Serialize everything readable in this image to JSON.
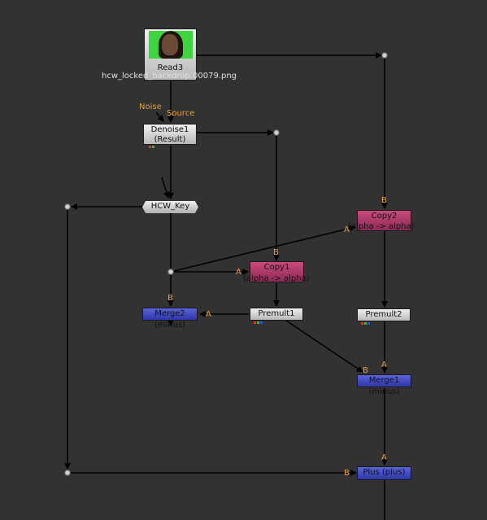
{
  "nodes": {
    "read3": {
      "label": "Read3",
      "file": "hcw_locked_backdrop.00079.png"
    },
    "denoise1": {
      "label": "Denoise1",
      "sub": "(Result)"
    },
    "hcw_key": {
      "label": "HCW_Key"
    },
    "copy2": {
      "label": "Copy2",
      "sub": "(alpha -> alpha)"
    },
    "copy1": {
      "label": "Copy1",
      "sub": "(alpha -> alpha)"
    },
    "merge2": {
      "label": "Merge2 (minus)"
    },
    "premult1": {
      "label": "Premult1"
    },
    "premult2": {
      "label": "Premult2"
    },
    "merge1": {
      "label": "Merge1 (minus)"
    },
    "plus": {
      "label": "Plus (plus)"
    }
  },
  "pins": {
    "noise": "Noise",
    "source": "Source",
    "a": "A",
    "b": "B"
  },
  "colors": {
    "background": "#323232",
    "pin_label": "#e8a040",
    "copy_node": "#b03a68",
    "merge_node": "#4048c0",
    "default_node": "#d8d8d8"
  }
}
